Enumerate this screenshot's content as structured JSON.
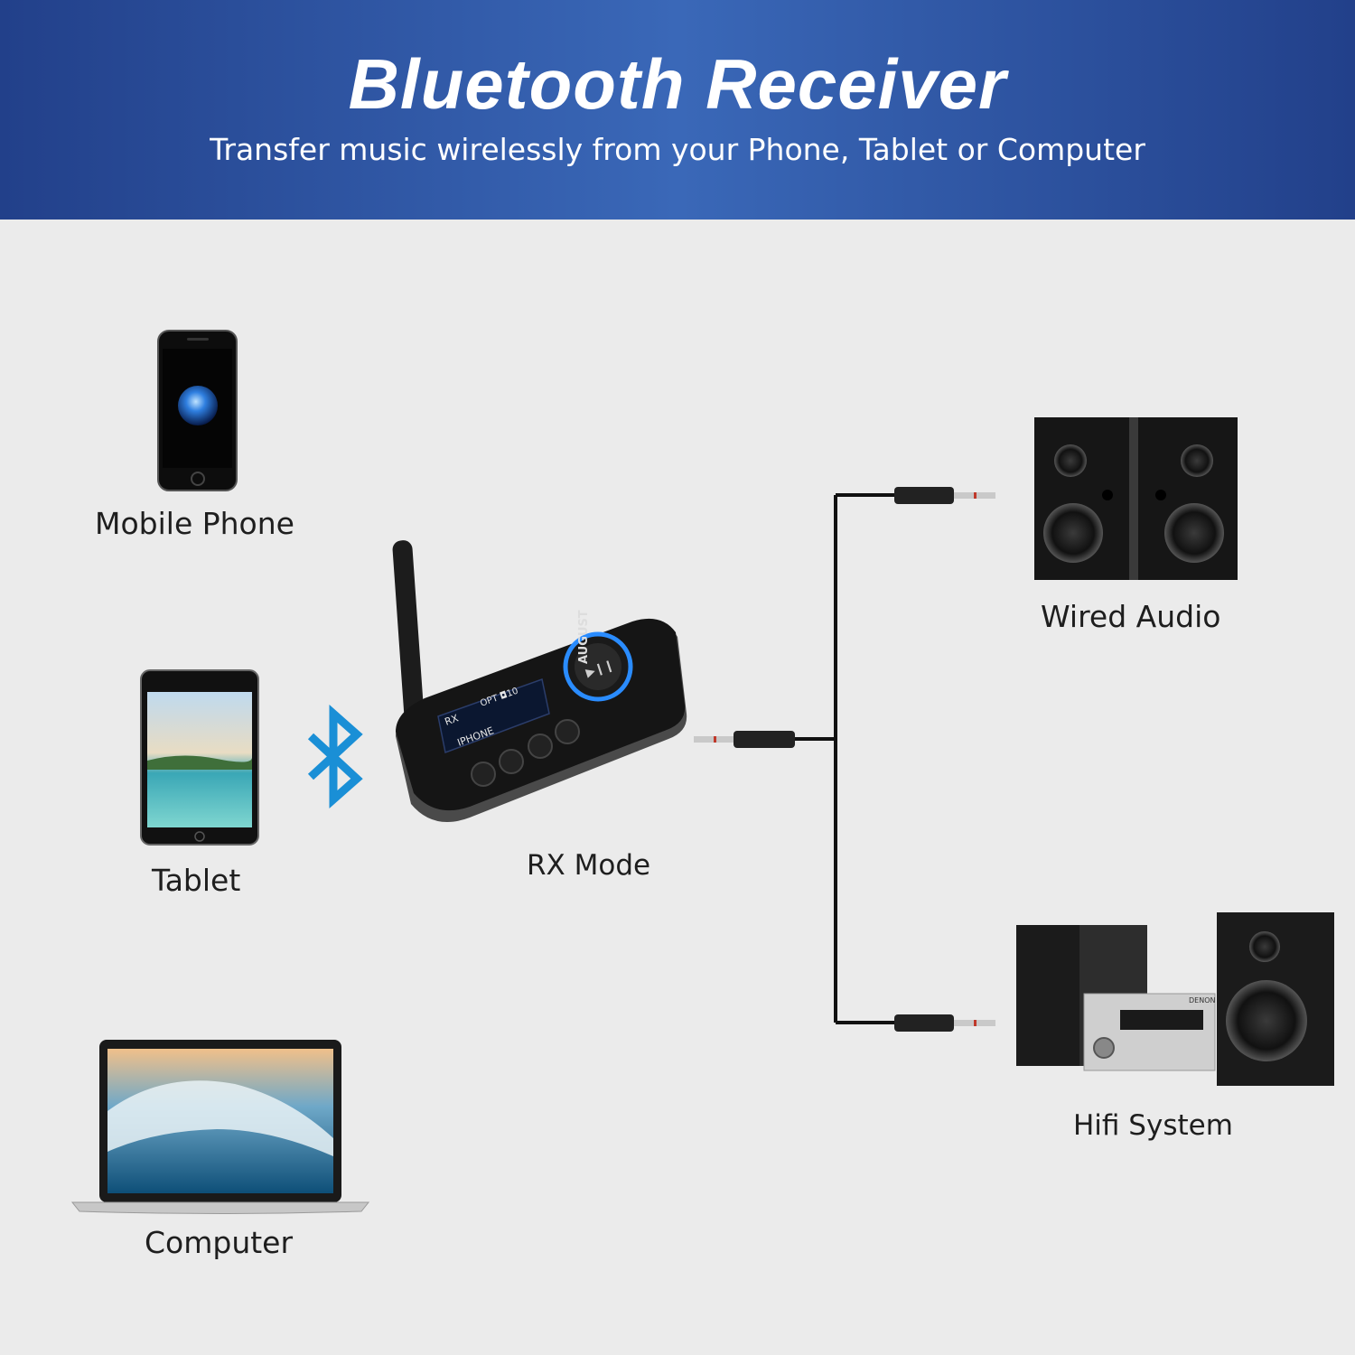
{
  "banner": {
    "title": "Bluetooth Receiver",
    "subtitle": "Transfer music wirelessly from your Phone, Tablet or Computer"
  },
  "sources": {
    "phone_label": "Mobile Phone",
    "tablet_label": "Tablet",
    "computer_label": "Computer"
  },
  "device": {
    "brand": "AUGUST",
    "mode_label": "RX Mode",
    "screen_line1": "RX",
    "screen_status": "OPT ◘10",
    "screen_line2": "IPHONE"
  },
  "outputs": {
    "wired_label": "Wired Audio",
    "hifi_label": "Hifi System",
    "stereo_brand": "DENON"
  },
  "colors": {
    "banner": "#2b4f9e",
    "bluetooth": "#1a8fd6",
    "background": "#ebebeb"
  },
  "icons": [
    "bluetooth-icon"
  ]
}
